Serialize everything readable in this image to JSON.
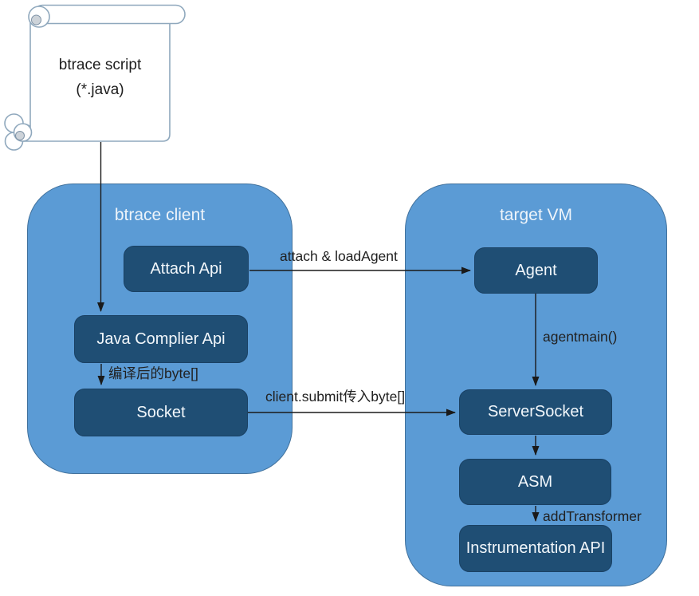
{
  "colors": {
    "container-fill": "#5b9bd5",
    "container-border": "#41719c",
    "box-fill": "#1f4e74",
    "box-border": "#1a4164",
    "box-text": "#f2f7fb",
    "title-text": "#eef4fa",
    "label-text": "#212121",
    "arrow": "#1a1a1a",
    "scroll-stroke": "#8fa8bd",
    "scroll-curl": "#cdd3d9"
  },
  "script_node": {
    "line1": "btrace script",
    "line2": "(*.java)"
  },
  "client": {
    "title": "btrace client",
    "boxes": [
      {
        "label": "Attach Api"
      },
      {
        "label": "Java Complier Api"
      },
      {
        "label": "Socket"
      }
    ]
  },
  "target": {
    "title": "target VM",
    "boxes": [
      {
        "label": "Agent"
      },
      {
        "label": "ServerSocket"
      },
      {
        "label": "ASM"
      },
      {
        "label": "Instrumentation API"
      }
    ]
  },
  "edges": {
    "attach_loadagent": "attach & loadAgent",
    "agentmain": "agentmain()",
    "compiled_bytes": "编译后的byte[]",
    "client_submit": "client.submit传入byte[]",
    "add_transformer": "addTransformer"
  }
}
